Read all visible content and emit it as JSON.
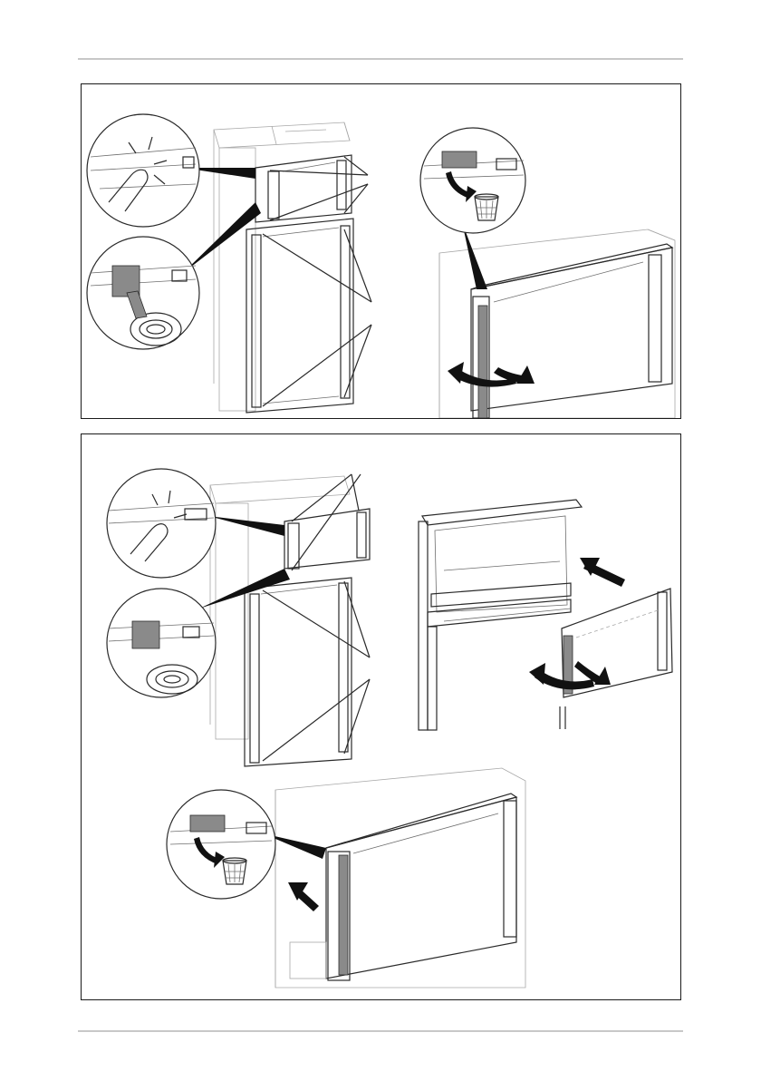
{
  "colors": {
    "frame": "#1a1a1a",
    "rule": "#c8c8c8",
    "tape": "#8a8a8a",
    "arrow": "#111111"
  },
  "icons": [
    "pointing-finger-icon",
    "wastebasket-icon",
    "rotate-arrow-icon",
    "insert-arrow-icon",
    "tape-roll-icon"
  ],
  "figures": [
    {
      "panel": "top",
      "steps": [
        "press-hinge-pin",
        "attach-sealing-tape",
        "remove-cover",
        "swing-door"
      ]
    },
    {
      "panel": "bottom",
      "steps": [
        "press-hinge-pin",
        "attach-sealing-tape",
        "lift-freezer-door",
        "reinsert-door",
        "remove-cover"
      ]
    }
  ]
}
